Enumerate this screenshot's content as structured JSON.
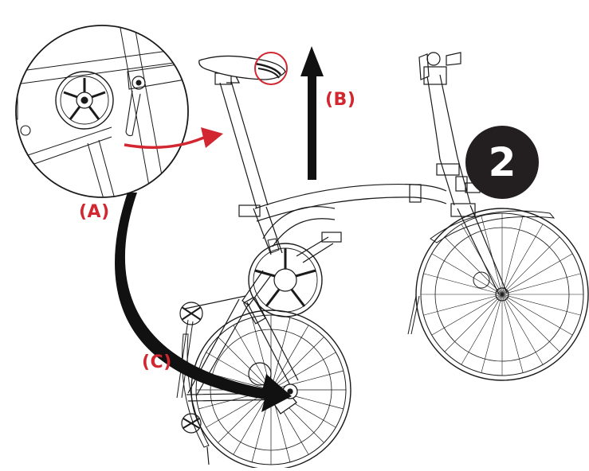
{
  "step_number": "2",
  "labels": {
    "a": "(A)",
    "b": "(B)",
    "c": "(C)"
  },
  "colors": {
    "accent_red": "#d22630",
    "line": "#1a1a1a",
    "badge_bg": "#231f20"
  },
  "icons": [
    "seatpost-clamp-detail",
    "seat-highlight-circle",
    "rotate-arrow",
    "lift-up-arrow",
    "fold-down-arrow"
  ]
}
